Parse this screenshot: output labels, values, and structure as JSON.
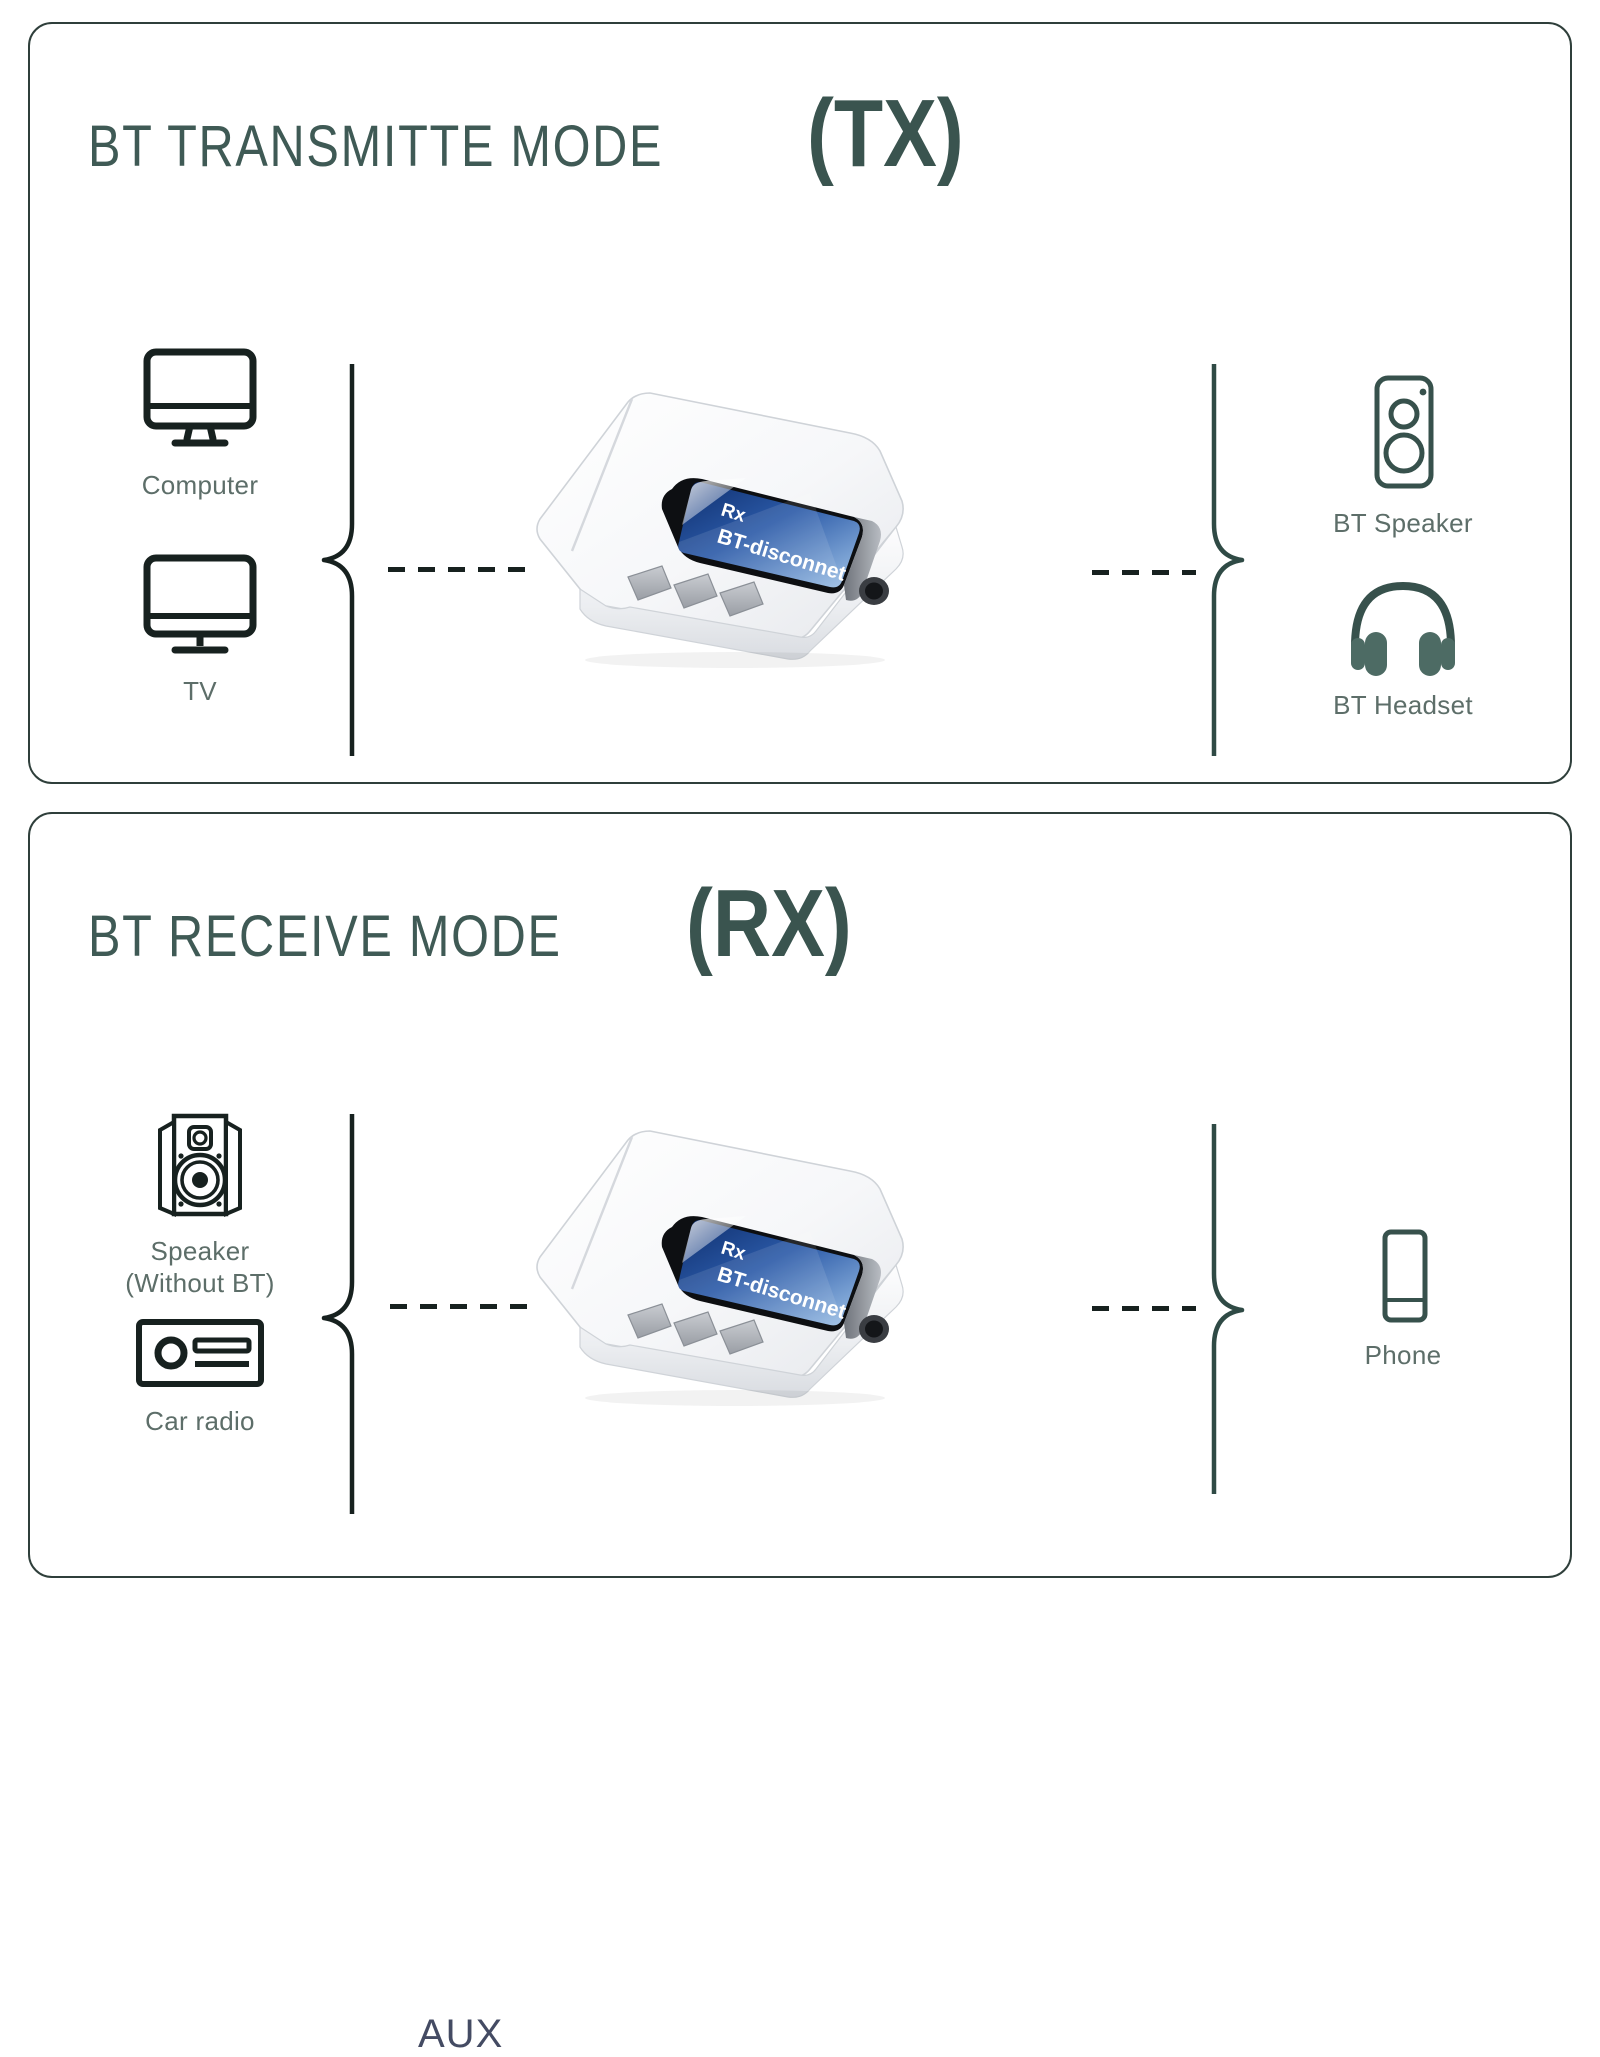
{
  "document": {
    "type": "product-infographic",
    "background_color": "#ffffff",
    "panel_border_color": "#2f3f3b",
    "title_color": "#3f5a55",
    "label_color": "#5d6e69",
    "aux_color": "#444b63"
  },
  "panels": [
    {
      "id": "tx",
      "title_main": "BT TRANSMITTE MODE",
      "title_mode": "(TX)",
      "sources": [
        {
          "label": "Computer",
          "icon": "computer-monitor-icon"
        },
        {
          "label": "TV",
          "icon": "tv-icon"
        }
      ],
      "targets": [
        {
          "label": "BT Speaker",
          "icon": "bt-speaker-icon"
        },
        {
          "label": "BT Headset",
          "icon": "bt-headset-icon"
        }
      ],
      "device": {
        "name": "bluetooth-usb-adapter",
        "screen_line_1": "Rx",
        "screen_line_2": "BT-disconnet"
      },
      "connector_label_left": "",
      "connector_label_right": ""
    },
    {
      "id": "rx",
      "title_main": "BT RECEIVE MODE",
      "title_mode": "(RX)",
      "sources": [
        {
          "label": "Speaker\n(Without BT)",
          "icon": "studio-speaker-icon"
        },
        {
          "label": "Car radio",
          "icon": "car-radio-icon"
        }
      ],
      "targets": [
        {
          "label": "Phone",
          "icon": "phone-icon"
        }
      ],
      "device": {
        "name": "bluetooth-usb-adapter",
        "screen_line_1": "Rx",
        "screen_line_2": "BT-disconnet"
      },
      "connector_label_left": "AUX",
      "connector_label_right": ""
    }
  ],
  "labels": {
    "computer": "Computer",
    "tv": "TV",
    "bt_speaker": "BT Speaker",
    "bt_headset": "BT Headset",
    "speaker_without_bt_line1": "Speaker",
    "speaker_without_bt_line2": "(Without BT)",
    "car_radio": "Car radio",
    "phone": "Phone",
    "aux": "AUX"
  },
  "device_screen": {
    "line1": "Rx",
    "line2": "BT-disconnet",
    "screen_gradient_from": "#1b3f86",
    "screen_gradient_to": "#8fb4e0",
    "body_color": "#f4f5f7"
  }
}
